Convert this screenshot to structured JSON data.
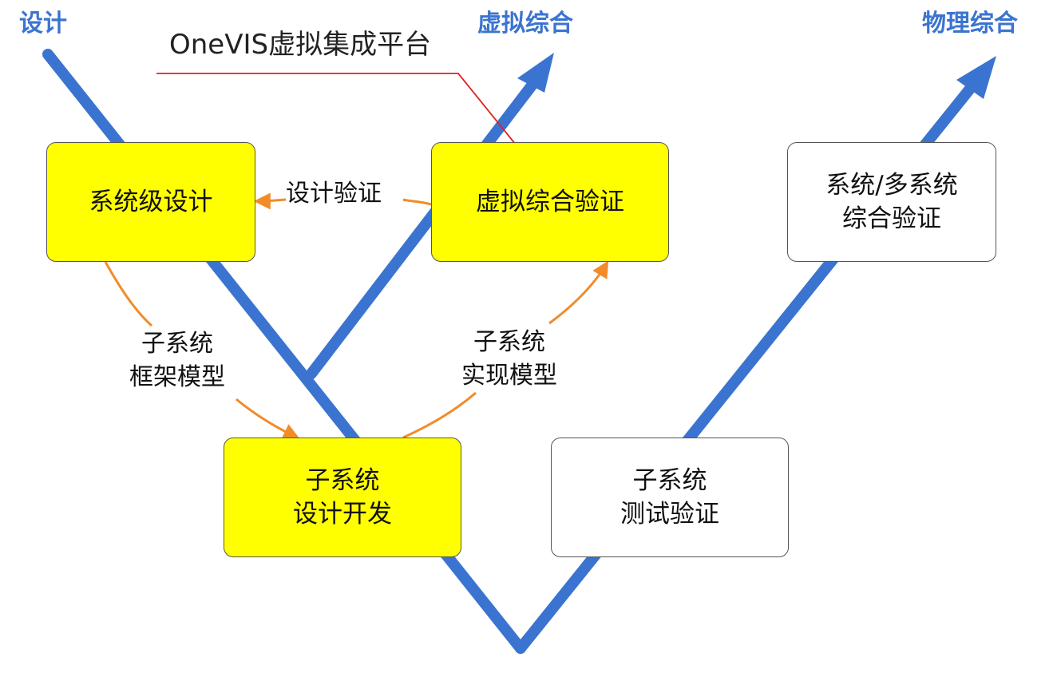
{
  "colors": {
    "v_line": "#3B74D0",
    "arrow": "#F28C28",
    "callout": "#E02020",
    "box_fill": "#FFFF00",
    "header": "#3B74D0"
  },
  "headers": {
    "design": "设计",
    "virtual": "虚拟综合",
    "physical": "物理综合"
  },
  "platform_label": "OneVIS虚拟集成平台",
  "boxes": {
    "system_design": {
      "lines": [
        "系统级设计"
      ]
    },
    "virtual_verify": {
      "lines": [
        "虚拟综合验证"
      ]
    },
    "multi_system": {
      "lines": [
        "系统/多系统",
        "综合验证"
      ]
    },
    "subsystem_dev": {
      "lines": [
        "子系统",
        "设计开发"
      ]
    },
    "subsystem_test": {
      "lines": [
        "子系统",
        "测试验证"
      ]
    }
  },
  "labels": {
    "design_verify": {
      "lines": [
        "设计验证"
      ]
    },
    "framework_model": {
      "lines": [
        "子系统",
        "框架模型"
      ]
    },
    "impl_model": {
      "lines": [
        "子系统",
        "实现模型"
      ]
    }
  }
}
